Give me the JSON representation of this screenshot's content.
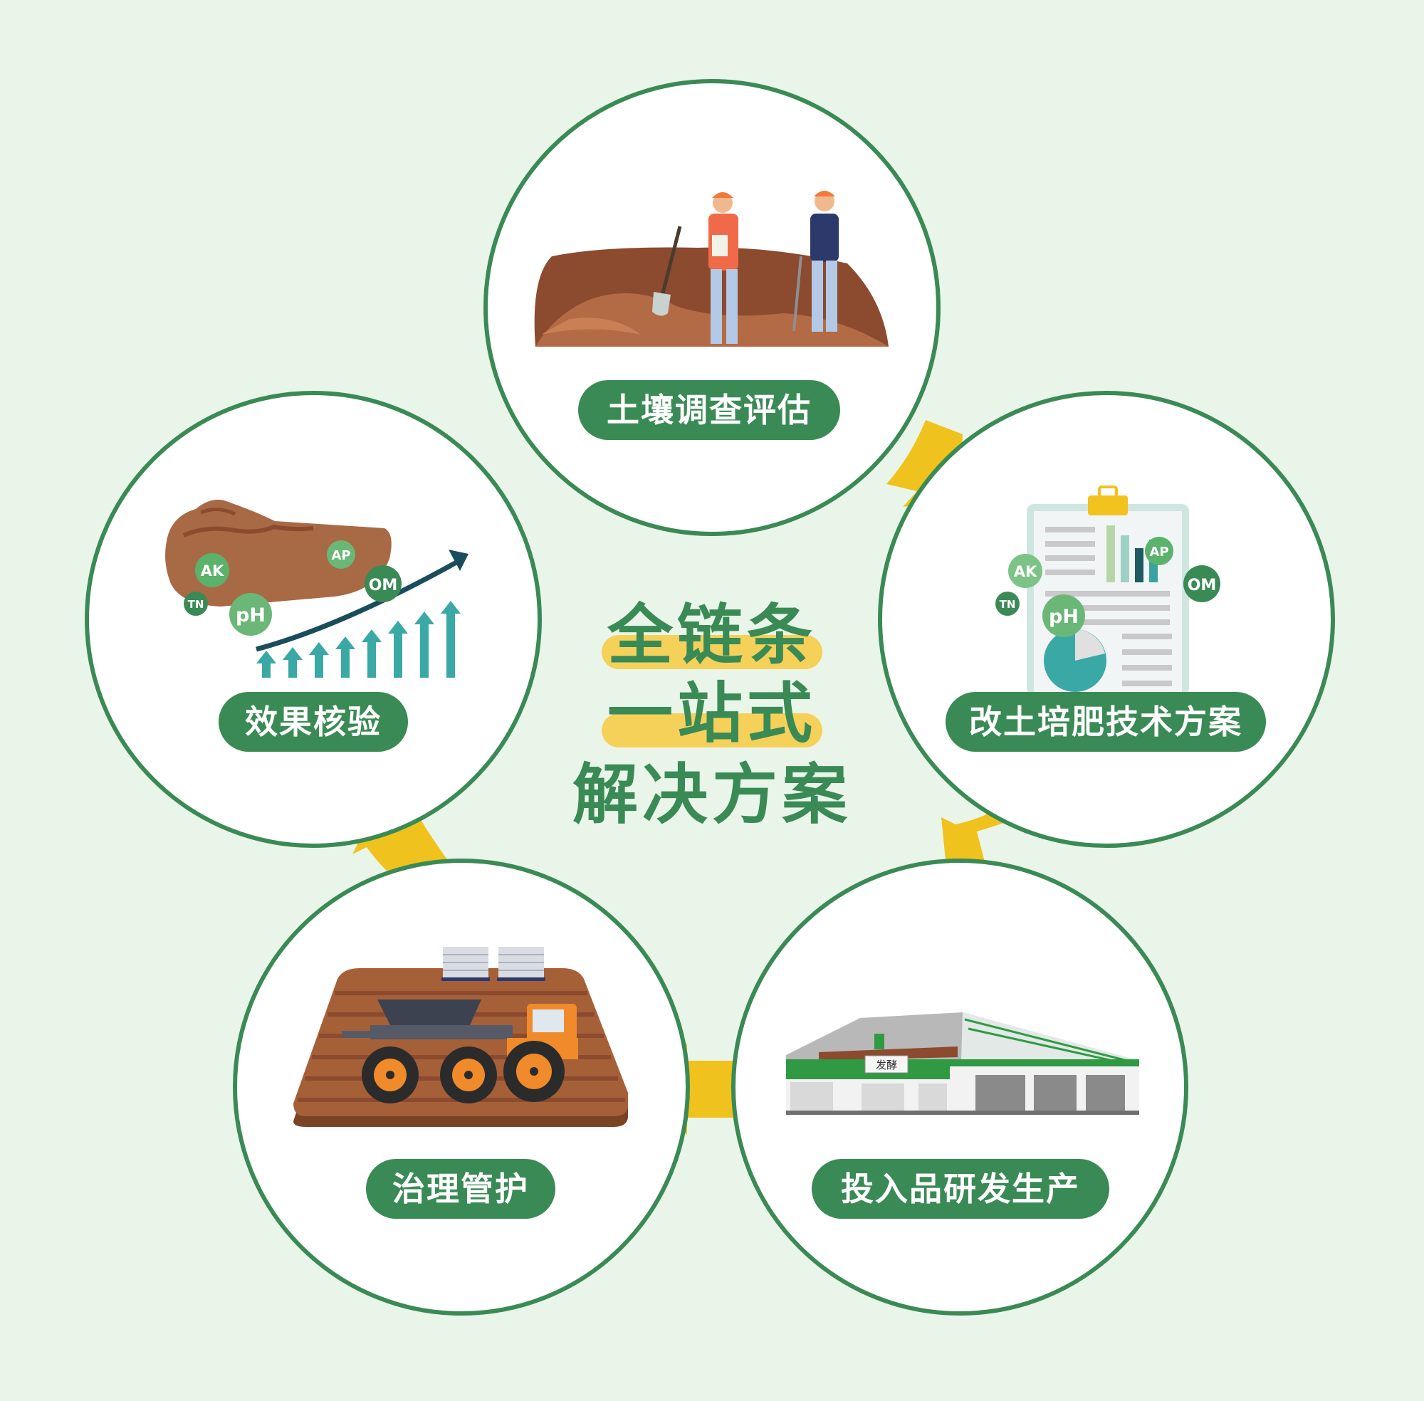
{
  "title": {
    "line1": "全链条",
    "line2": "一站式",
    "line3": "解决方案"
  },
  "steps": [
    {
      "label": "土壤调查评估"
    },
    {
      "label": "改土培肥技术方案"
    },
    {
      "label": "投入品研发生产"
    },
    {
      "label": "治理管护"
    },
    {
      "label": "效果核验"
    }
  ],
  "indicators": {
    "ak": "AK",
    "ap": "AP",
    "om": "OM",
    "tn": "TN",
    "ph": "pH"
  },
  "factory_sign": "发酵",
  "colors": {
    "primary_green": "#3a8a55",
    "circle_border": "#3a8a55",
    "arrow_yellow": "#f0c21e",
    "highlight_yellow": "#f5d15a",
    "background": "#eaf5ea"
  }
}
